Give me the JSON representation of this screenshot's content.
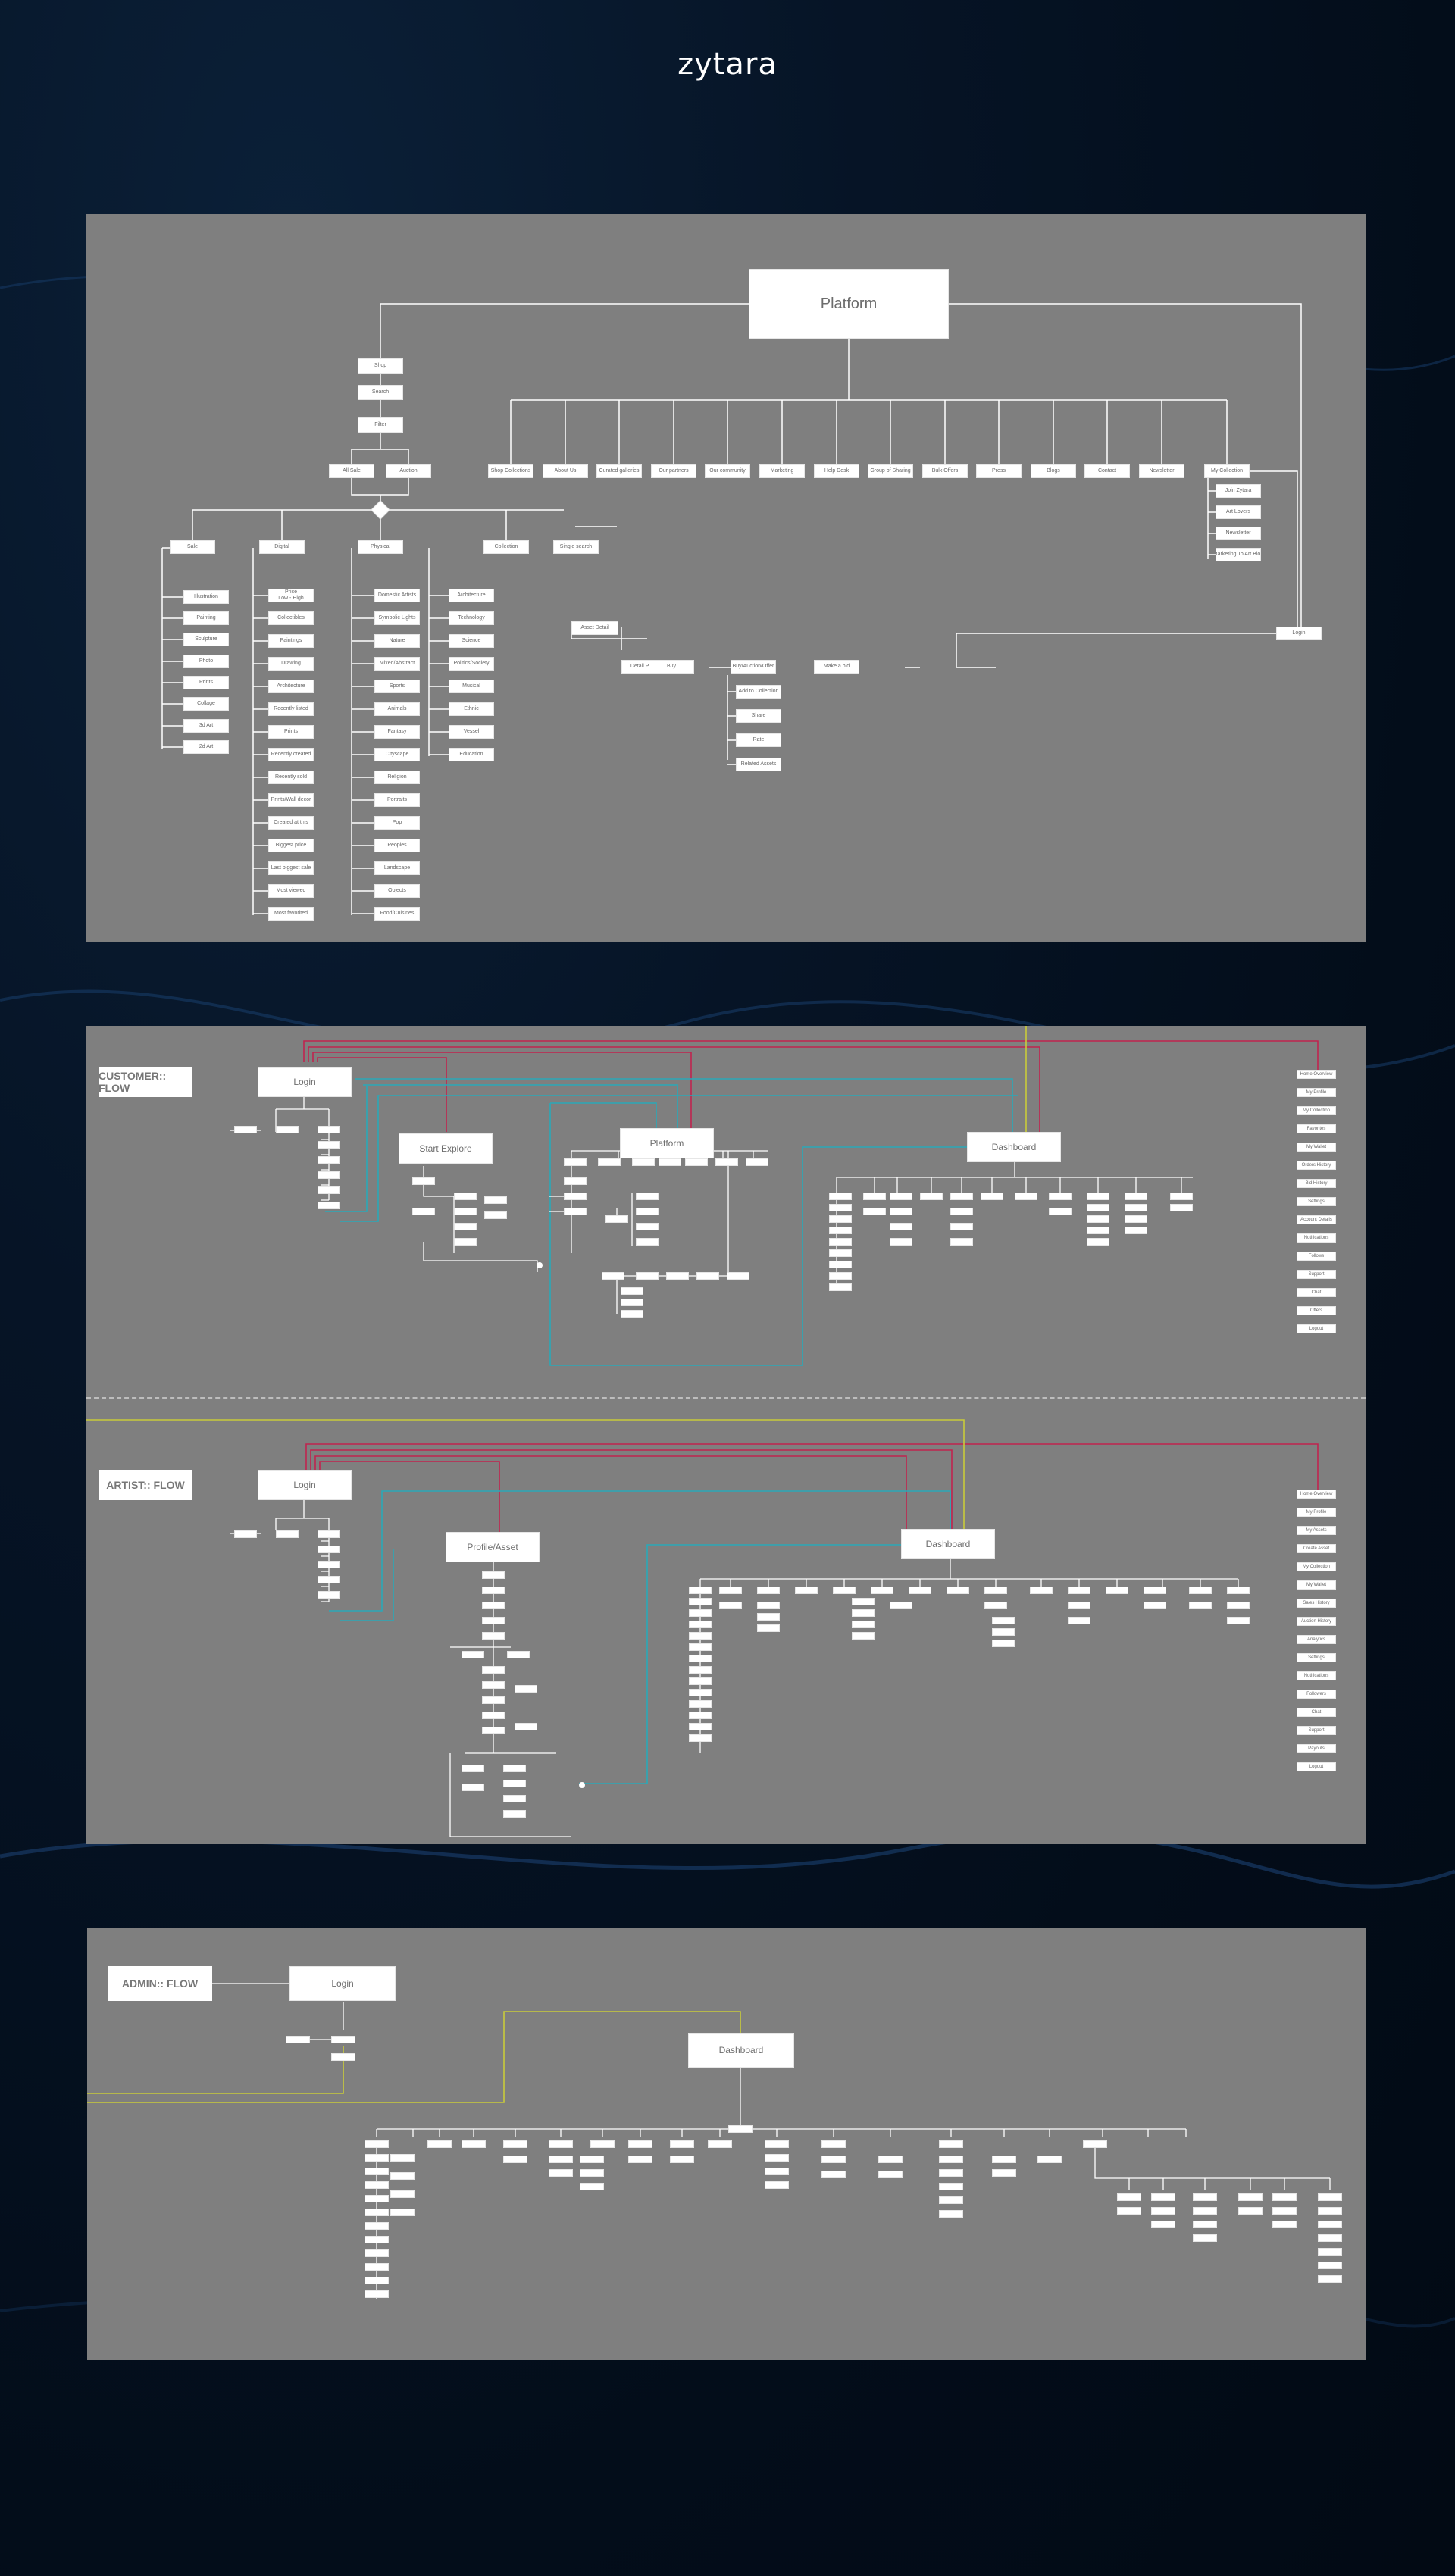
{
  "brand": "zytara",
  "platform": {
    "root": "Platform",
    "nav": [
      "Shop",
      "Search",
      "Filter"
    ],
    "filter_options": [
      "All Sale",
      "Auction"
    ],
    "categories": [
      "Sale",
      "Digital",
      "Physical",
      "Collection",
      "Single search"
    ],
    "sale_items": [
      "Illustration",
      "Painting",
      "Sculpture",
      "Photo",
      "Prints",
      "Collage",
      "3d Art",
      "2d Art"
    ],
    "digital_items": [
      "Price\nLow - High",
      "Collectibles",
      "Paintings",
      "Drawing",
      "Architecture",
      "Recently listed",
      "Prints",
      "Recently created",
      "Recently sold",
      "Prints/Wall decor",
      "Created at this",
      "Biggest price",
      "Last biggest sale",
      "Most viewed",
      "Most favorited"
    ],
    "physical_items": [
      "Domestic Artists",
      "Symbolic Lights",
      "Nature",
      "Mixed/Abstract",
      "Sports",
      "Animals",
      "Fantasy",
      "Cityscape",
      "Religion",
      "Portraits",
      "Pop",
      "Peoples",
      "Landscape",
      "Objects",
      "Food/Cuisines"
    ],
    "physical_extra": [
      "Architecture",
      "Technology",
      "Science",
      "Politics/Society",
      "Musical",
      "Ethnic",
      "Vessel",
      "Education"
    ],
    "top_links": [
      "Shop Collections",
      "About Us",
      "Curated galleries",
      "Our partners",
      "Our community",
      "Marketing",
      "Help Desk",
      "Group of Sharing",
      "Bulk Offers",
      "Press",
      "Blogs",
      "Contact",
      "Newsletter"
    ],
    "blog_list": [
      "My Collection",
      "Join Zytara",
      "Art Lovers",
      "Newsletter",
      "Marketing To Art Blog"
    ],
    "login": "Login",
    "detail_flow": [
      "Asset Detail",
      "Detail Page",
      "Buy",
      "Buy/Auction/Offer",
      "Make a bid"
    ],
    "detail_sub": [
      "Add to Collection",
      "Share",
      "Rate",
      "Related Assets"
    ]
  },
  "customer": {
    "label": "CUSTOMER:: FLOW",
    "login": "Login",
    "start": "Start Explore",
    "platform": "Platform",
    "dashboard": "Dashboard",
    "side_list": [
      "Home Overview",
      "My Profile",
      "My Collection",
      "Favorites",
      "My Wallet",
      "Orders History",
      "Bid History",
      "Settings",
      "Account Details",
      "Notifications",
      "Follows",
      "Support",
      "Chat",
      "Offers",
      "Logout"
    ]
  },
  "artist": {
    "label": "ARTIST:: FLOW",
    "login": "Login",
    "profile": "Profile/Asset",
    "dashboard": "Dashboard",
    "side_list": [
      "Home Overview",
      "My Profile",
      "My Assets",
      "Create Asset",
      "My Collection",
      "My Wallet",
      "Sales History",
      "Auction History",
      "Analytics",
      "Settings",
      "Notifications",
      "Followers",
      "Chat",
      "Support",
      "Payouts",
      "Logout"
    ]
  },
  "admin": {
    "label": "ADMIN:: FLOW",
    "login": "Login",
    "dashboard": "Dashboard"
  },
  "colors": {
    "background": "#020a14",
    "panel": "#7f7f7f",
    "connector": "#ffffff",
    "red_line": "#c0234e",
    "teal_line": "#2aa9b8",
    "olive_line": "#c9cc3a"
  }
}
